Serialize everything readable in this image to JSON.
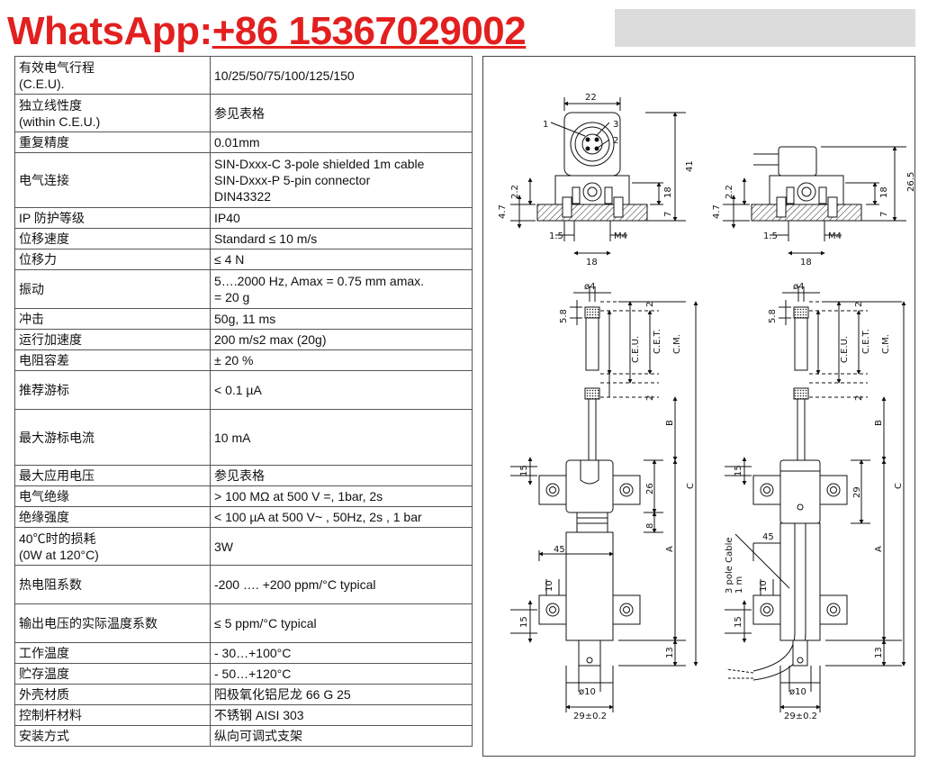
{
  "banner": {
    "prefix": "WhatsApp:",
    "number": "+86 15367029002"
  },
  "spec_rows": [
    {
      "label": "有效电气行程\n(C.E.U).",
      "value": "10/25/50/75/100/125/150",
      "h": 42
    },
    {
      "label": "独立线性度\n(within C.E.U.)",
      "value": "参见表格",
      "h": 42
    },
    {
      "label": "重复精度",
      "value": "0.01mm",
      "h": 23
    },
    {
      "label": "电气连接",
      "value": "SIN-Dxxx-C 3-pole shielded 1m cable\nSIN-Dxxx-P 5-pin connector\nDIN43322",
      "h": 61
    },
    {
      "label": "IP 防护等级",
      "value": "IP40",
      "h": 23
    },
    {
      "label": "位移速度",
      "value": "Standard ≤ 10 m/s",
      "h": 23
    },
    {
      "label": "位移力",
      "value": "≤ 4 N",
      "h": 23
    },
    {
      "label": "振动",
      "value": "5….2000 Hz, Amax = 0.75 mm amax.\n= 20 g",
      "h": 43
    },
    {
      "label": "冲击",
      "value": "50g, 11 ms",
      "h": 23
    },
    {
      "label": "运行加速度",
      "value": "200 m/s2 max (20g)",
      "h": 23
    },
    {
      "label": "电阻容差",
      "value": "± 20 %",
      "h": 23
    },
    {
      "label": "推荐游标",
      "value": " < 0.1 µA",
      "h": 43
    },
    {
      "label": "最大游标电流",
      "value": "10 mA",
      "h": 62
    },
    {
      "label": "最大应用电压",
      "value": "参见表格",
      "h": 23
    },
    {
      "label": "电气绝缘",
      "value": "> 100 MΩ at 500 V =, 1bar, 2s",
      "h": 23
    },
    {
      "label": "绝缘强度",
      "value": "< 100 µA at 500 V~ , 50Hz, 2s , 1 bar",
      "h": 23
    },
    {
      "label": "40℃时的损耗\n(0W at 120°C)",
      "value": "3W",
      "h": 42
    },
    {
      "label": "热电阻系数",
      "value": "-200 …. +200 ppm/°C typical",
      "h": 43
    },
    {
      "label": "输出电压的实际温度系数",
      "value": "≤ 5 ppm/°C typical",
      "h": 43
    },
    {
      "label": "工作温度",
      "value": "- 30…+100°C",
      "h": 23
    },
    {
      "label": "贮存温度",
      "value": "- 50…+120°C",
      "h": 23
    },
    {
      "label": "外壳材质",
      "value": "阳极氧化铝尼龙 66 G 25",
      "h": 23
    },
    {
      "label": "控制杆材料",
      "value": "不锈钢 AISI 303",
      "h": 23
    },
    {
      "label": "安装方式",
      "value": "纵向可调式支架",
      "h": 23
    }
  ],
  "drawing": {
    "top_left": {
      "width": "22",
      "height": "41",
      "h7": "7",
      "h18": "18",
      "w18": "18",
      "m4": "M4",
      "d15": "1.5",
      "d22": "2.2",
      "d47": "4.7",
      "pins": [
        "1",
        "2",
        "3"
      ]
    },
    "top_right": {
      "height": "26.5",
      "h7": "7",
      "h18": "18",
      "w18": "18",
      "m4": "M4",
      "d15": "1.5",
      "d22": "2.2",
      "d47": "4.7"
    },
    "main": {
      "rod_dia": "ø4",
      "tip": "5.8",
      "two": "2",
      "ceu": "C.E.U.",
      "cet": "C.E.T.",
      "cm": "C.M.",
      "b": "B",
      "c": "C",
      "a": "A",
      "d15": "15",
      "d26": "26",
      "d29": "29",
      "d8": "8",
      "d45": "45",
      "d10": "10",
      "d13": "13",
      "bottom_dia": "ø10",
      "width_tol": "29±0.2",
      "cable": "3 pole Cable\n1 m"
    }
  }
}
